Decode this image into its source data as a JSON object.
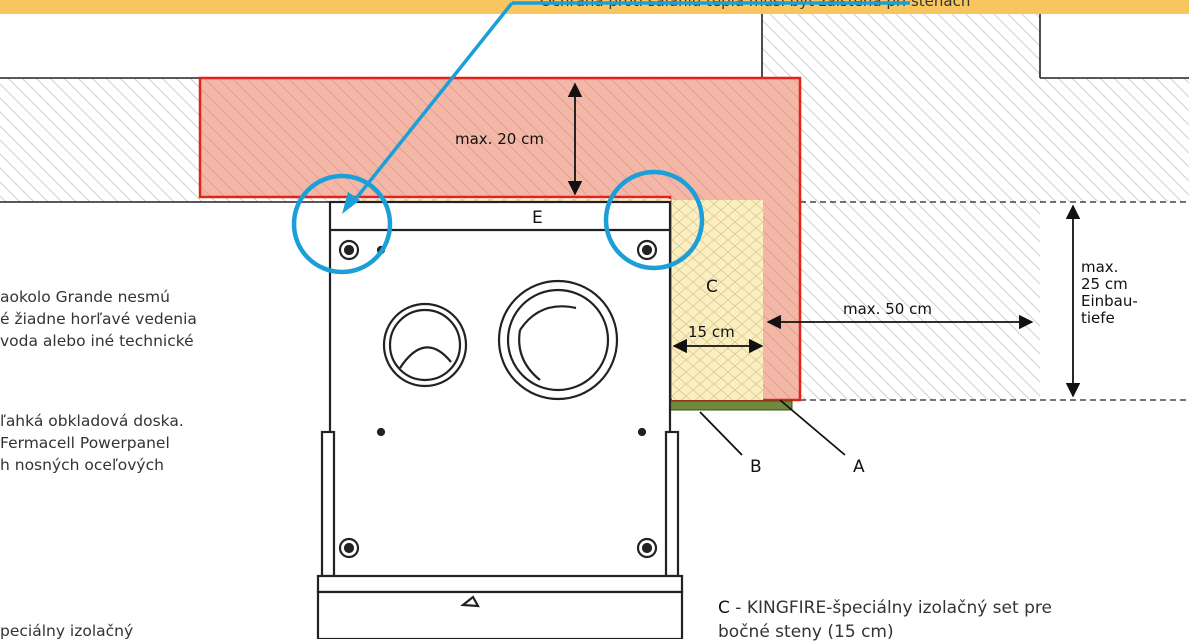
{
  "banner": {
    "text": "Ochrana proti sálaniu tepla musí byť zaistená pri stenách",
    "color": "#f8c55e"
  },
  "labels": {
    "top_depth": "max. 20 cm",
    "side_depth": "max. 50 cm",
    "side_insulation": "15 cm",
    "install_depth_line1": "max.",
    "install_depth_line2": "25 cm",
    "install_depth_line3": "Einbau-",
    "install_depth_line4": "tiefe",
    "letter_a": "A",
    "letter_b": "B",
    "letter_c": "C",
    "letter_e": "E"
  },
  "left_text": {
    "block1": [
      "aokolo Grande nesmú",
      "é žiadne horľavé vedenia",
      "voda alebo iné technické"
    ],
    "block2": [
      "ľahká obkladová doska.",
      "Fermacell Powerpanel",
      "h nosných oceľových"
    ],
    "block3": [
      "peciálny izolačný"
    ]
  },
  "legend_c": {
    "letter": "C",
    "text_line1": " - KINGFIRE-špeciálny izolačný set pre",
    "text_line2": "bočné steny (15 cm)"
  },
  "colors": {
    "wall_hatch": "#cfcfcf",
    "protection_fill": "#f2b7a6",
    "protection_border": "#e2231a",
    "insulation": "#fbeec0",
    "board": "#6f8a3c",
    "highlight": "#1a9fd8"
  }
}
